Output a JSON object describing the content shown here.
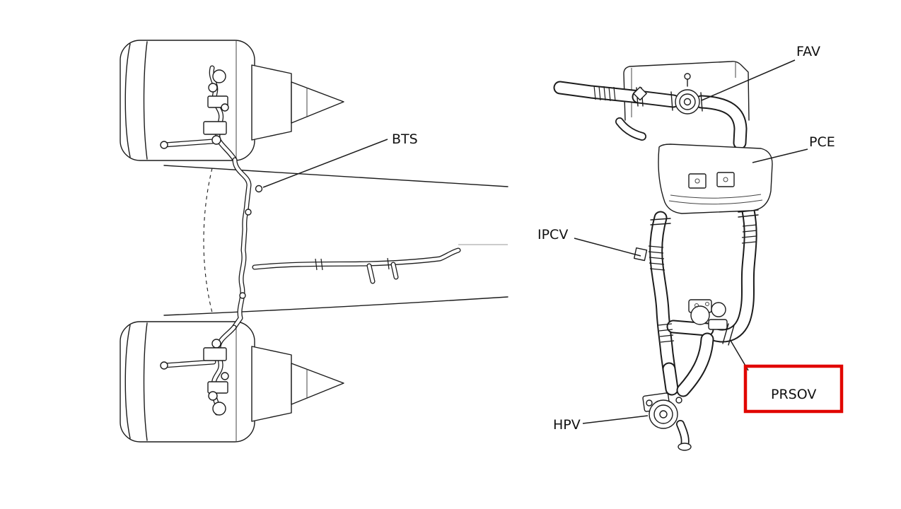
{
  "diagram": {
    "type": "technical-illustration",
    "description": "Aircraft engine bleed-air system component location diagram",
    "labels": {
      "bts": "BTS",
      "fav": "FAV",
      "pce": "PCE",
      "ipcv": "IPCV",
      "prsov": "PRSOV",
      "hpv": "HPV"
    },
    "highlight": {
      "target": "PRSOV",
      "color": "#e10600"
    }
  }
}
